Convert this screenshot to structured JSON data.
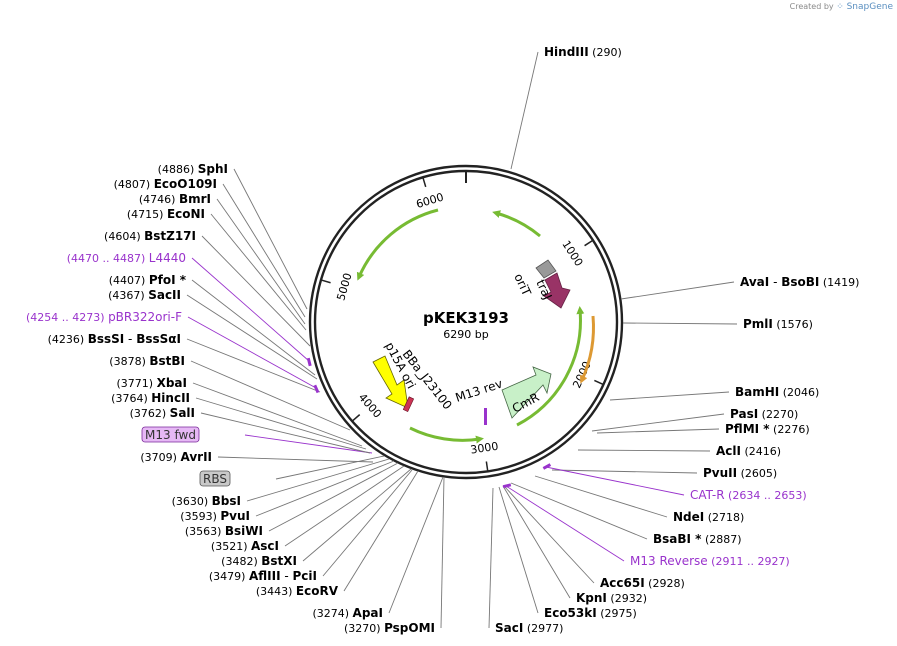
{
  "credit": {
    "prefix": "Created by",
    "brand": "SnapGene"
  },
  "plasmid": {
    "name": "pKEK3193",
    "length": 6290,
    "length_label": "6290 bp"
  },
  "ticks": [
    {
      "pos": 1000,
      "label": "1000"
    },
    {
      "pos": 2000,
      "label": "2000"
    },
    {
      "pos": 3000,
      "label": "3000"
    },
    {
      "pos": 4000,
      "label": "4000"
    },
    {
      "pos": 5000,
      "label": "5000"
    },
    {
      "pos": 6000,
      "label": "6000"
    }
  ],
  "features": [
    {
      "name": "oriT",
      "start": 740,
      "end": 840,
      "type": "origin",
      "color": "#999999"
    },
    {
      "name": "traJ",
      "start": 850,
      "end": 1200,
      "type": "gene",
      "color": "#993366"
    },
    {
      "name": "CmR",
      "start": 2150,
      "end": 2700,
      "type": "gene",
      "color": "#c8f0c8"
    },
    {
      "name": "p15A ori",
      "start": 3740,
      "end": 4230,
      "type": "origin",
      "color": "#ffff00"
    },
    {
      "name": "BBa_J23100",
      "start": 3700,
      "end": 3730,
      "type": "promoter",
      "color": "#cc3355"
    }
  ],
  "site_labels": [
    {
      "id": "hindiii",
      "name": "HindIII",
      "pos": "(290)",
      "kind": "enzyme"
    },
    {
      "id": "avai",
      "name": "AvaI",
      "extra": "BsoBI",
      "pos": "(1419)",
      "kind": "enzyme"
    },
    {
      "id": "pmli",
      "name": "PmlI",
      "pos": "(1576)",
      "kind": "enzyme"
    },
    {
      "id": "bamhi",
      "name": "BamHI",
      "pos": "(2046)",
      "kind": "enzyme"
    },
    {
      "id": "pasi",
      "name": "PasI",
      "pos": "(2270)",
      "kind": "enzyme"
    },
    {
      "id": "pflmi",
      "name": "PflMI *",
      "pos": "(2276)",
      "kind": "enzyme"
    },
    {
      "id": "acli",
      "name": "AclI",
      "pos": "(2416)",
      "kind": "enzyme"
    },
    {
      "id": "pvuii",
      "name": "PvuII",
      "pos": "(2605)",
      "kind": "enzyme"
    },
    {
      "id": "cat-r",
      "name": "CAT-R",
      "pos": "(2634 .. 2653)",
      "kind": "primer"
    },
    {
      "id": "ndei",
      "name": "NdeI",
      "pos": "(2718)",
      "kind": "enzyme"
    },
    {
      "id": "bsabi",
      "name": "BsaBI *",
      "pos": "(2887)",
      "kind": "enzyme"
    },
    {
      "id": "m13-reverse",
      "name": "M13 Reverse",
      "pos": "(2911 .. 2927)",
      "kind": "primer"
    },
    {
      "id": "acc65i",
      "name": "Acc65I",
      "pos": "(2928)",
      "kind": "enzyme"
    },
    {
      "id": "kpni",
      "name": "KpnI",
      "pos": "(2932)",
      "kind": "enzyme"
    },
    {
      "id": "eco53ki",
      "name": "Eco53kI",
      "pos": "(2975)",
      "kind": "enzyme"
    },
    {
      "id": "saci",
      "name": "SacI",
      "pos": "(2977)",
      "kind": "enzyme"
    },
    {
      "id": "pspomi",
      "name": "PspOMI",
      "pos": "(3270)",
      "kind": "enzyme"
    },
    {
      "id": "apai",
      "name": "ApaI",
      "pos": "(3274)",
      "kind": "enzyme"
    },
    {
      "id": "ecorv",
      "name": "EcoRV",
      "pos": "(3443)",
      "kind": "enzyme"
    },
    {
      "id": "afliii",
      "name": "AflIII",
      "extra": "PciI",
      "pos": "(3479)",
      "kind": "enzyme"
    },
    {
      "id": "bstxi",
      "name": "BstXI",
      "pos": "(3482)",
      "kind": "enzyme"
    },
    {
      "id": "asci",
      "name": "AscI",
      "pos": "(3521)",
      "kind": "enzyme"
    },
    {
      "id": "bsiwi",
      "name": "BsiWI",
      "pos": "(3563)",
      "kind": "enzyme"
    },
    {
      "id": "pvui",
      "name": "PvuI",
      "pos": "(3593)",
      "kind": "enzyme"
    },
    {
      "id": "bbsi",
      "name": "BbsI",
      "pos": "(3630)",
      "kind": "enzyme"
    },
    {
      "id": "rbs",
      "name": "RBS",
      "kind": "box-gray"
    },
    {
      "id": "avrii",
      "name": "AvrII",
      "pos": "(3709)",
      "kind": "enzyme"
    },
    {
      "id": "m13-fwd",
      "name": "M13 fwd",
      "kind": "box-purple"
    },
    {
      "id": "sali",
      "name": "SalI",
      "pos": "(3762)",
      "kind": "enzyme"
    },
    {
      "id": "hincii",
      "name": "HincII",
      "pos": "(3764)",
      "kind": "enzyme"
    },
    {
      "id": "xbai",
      "name": "XbaI",
      "pos": "(3771)",
      "kind": "enzyme"
    },
    {
      "id": "bstbi",
      "name": "BstBI",
      "pos": "(3878)",
      "kind": "enzyme"
    },
    {
      "id": "bsssi",
      "name": "BssSI",
      "extra": "BssSαI",
      "pos": "(4236)",
      "kind": "enzyme"
    },
    {
      "id": "pbr322ori-f",
      "name": "pBR322ori-F",
      "pos": "(4254 .. 4273)",
      "kind": "primer"
    },
    {
      "id": "sacii",
      "name": "SacII",
      "pos": "(4367)",
      "kind": "enzyme"
    },
    {
      "id": "pfoi",
      "name": "PfoI *",
      "pos": "(4407)",
      "kind": "enzyme"
    },
    {
      "id": "l4440",
      "name": "L4440",
      "pos": "(4470 .. 4487)",
      "kind": "primer"
    },
    {
      "id": "bstz17i",
      "name": "BstZ17I",
      "pos": "(4604)",
      "kind": "enzyme"
    },
    {
      "id": "econi",
      "name": "EcoNI",
      "pos": "(4715)",
      "kind": "enzyme"
    },
    {
      "id": "bmri",
      "name": "BmrI",
      "pos": "(4746)",
      "kind": "enzyme"
    },
    {
      "id": "ecoo109i",
      "name": "EcoO109I",
      "pos": "(4807)",
      "kind": "enzyme"
    },
    {
      "id": "sphi",
      "name": "SphI",
      "pos": "(4886)",
      "kind": "enzyme"
    }
  ],
  "colors": {
    "backbone": "#222222",
    "enzyme_text": "#000000",
    "primer": "#9933cc",
    "primer_box_fill": "#e6b8f5",
    "rbs_box_fill": "#c8c8c8",
    "orf_arrow": "#77bb33",
    "orf_arrow_orange": "#dd9933",
    "leader_line": "#777777"
  }
}
